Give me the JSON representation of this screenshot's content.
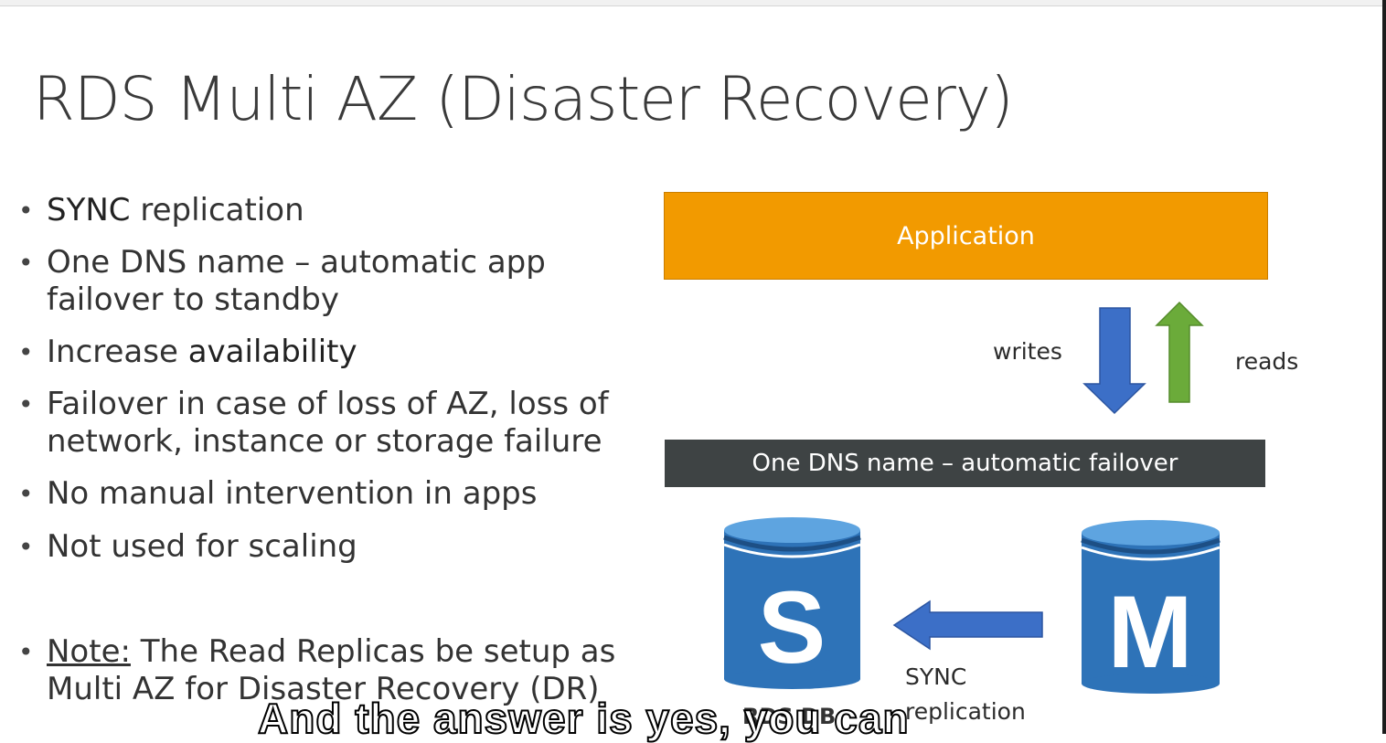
{
  "title": "RDS Multi AZ (Disaster Recovery)",
  "bullets": {
    "b1_bold": "SYNC",
    "b1_rest": " replication",
    "b2_line1": "One DNS name – automatic app",
    "b2_line2": "failover to standby",
    "b3_plain": "Increase ",
    "b3_bold": "availability",
    "b4_line1": "Failover in case of loss of AZ, loss of",
    "b4_line2": "network, instance or storage failure",
    "b5": "No manual intervention in apps",
    "b6": "Not used for scaling",
    "b7_note": "Note:",
    "b7_line1_rest": " The Read Replicas be setup as",
    "b7_line2": "Multi AZ for Disaster Recovery (DR)"
  },
  "diagram": {
    "application": "Application",
    "writes": "writes",
    "reads": "reads",
    "dns": "One DNS name – automatic failover",
    "standby_letter": "S",
    "master_letter": "M",
    "sync_line1": "SYNC",
    "sync_line2": "replication",
    "rds_label": "RDS DB"
  },
  "caption": "And the answer is yes, you can",
  "colors": {
    "application": "#f29a00",
    "dns_bar": "#3e4344",
    "db_blue": "#2e73b8",
    "write_arrow": "#3c6fc7",
    "read_arrow": "#6bab3a"
  }
}
